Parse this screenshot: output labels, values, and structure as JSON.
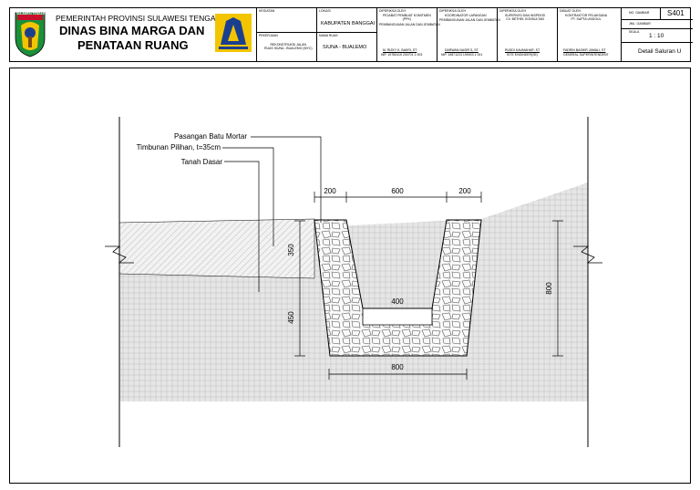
{
  "header": {
    "province_line": "PEMERINTAH PROVINSI SULAWESI TENGAH",
    "office_line1": "DINAS BINA MARGA DAN",
    "office_line2": "PENATAAN RUANG",
    "logo_label": "SULAWESI TENGAH"
  },
  "title_block": {
    "kegiatan_label": "KEGIATAN",
    "pekerjaan_label": "PEKERJAAN",
    "pekerjaan_value": "REKONSTRUKSI JALAN\nRUAS SIUNA - BUALEMO (MYC)",
    "lokasi_label": "LOKASI",
    "lokasi_value": "KABUPATEN BANGGAI",
    "nama_ruas_label": "NAMA RUAS",
    "nama_ruas_value": "SIUNA - BUALEMO",
    "col3_head": "DIPERIKSA OLEH",
    "col3_role": "PEJABAT PEMBUAT KOMITMEN\n(PPK)",
    "col3_sub": "PEMBANGUNAN JALAN DAN JEMBATAN",
    "col3_name": "M. RIZKY K. BAKRI, ST",
    "col3_nip": "NIP. 19780415 200701 1 003",
    "col4_head": "DIPERIKSA OLEH",
    "col4_role": "KOORDINATOR LAPANGAN",
    "col4_sub": "PEMBANGUNAN JALAN DAN JEMBATAN",
    "col4_name": "DARWAN NASIR S, ST",
    "col4_nip": "NIP. 19871223 199003 1 001",
    "col5_head": "DIPERIKSA OLEH",
    "col5_role": "SUPERVISI DAN INSPEKSI\nCV. BETHEL KONSULTAN",
    "col5_name": "RUSDI KAUMAHAR, ST",
    "col5_nip": "SITE ENGINEER(SE)",
    "col6_head": "DIBUAT OLEH",
    "col6_role": "KONTRAKTOR PELAKSANA\nPT. SAPTA UNGGUL",
    "col6_name": "FADRIN BASHIR JAMALI, ST",
    "col6_nip": "GENERAL SUPERINTENDENT",
    "no_gambar_label": "NO. GAMBAR",
    "no_gambar_value": "S401",
    "skala_label": "SKALA",
    "skala_value": "1 : 10",
    "jml_gambar_label": "JML. GAMBAR",
    "judul_value": "Detail Saluran U"
  },
  "drawing": {
    "callouts": {
      "pasangan": "Pasangan Batu Mortar",
      "timbunan": "Timbunan Pilihan, t=35cm",
      "tanah": "Tanah Dasar"
    },
    "dimensions": {
      "top_left_wall": "200",
      "top_center": "600",
      "top_right_wall": "200",
      "inner_bottom": "400",
      "outer_bottom": "800",
      "fill_thickness": "350",
      "left_depth": "450",
      "right_depth": "800"
    }
  },
  "colors": {
    "ground_fill": "#e6e6e6",
    "line": "#000000",
    "logo_yellow": "#f2c500",
    "logo_blue": "#1b3f8f"
  }
}
